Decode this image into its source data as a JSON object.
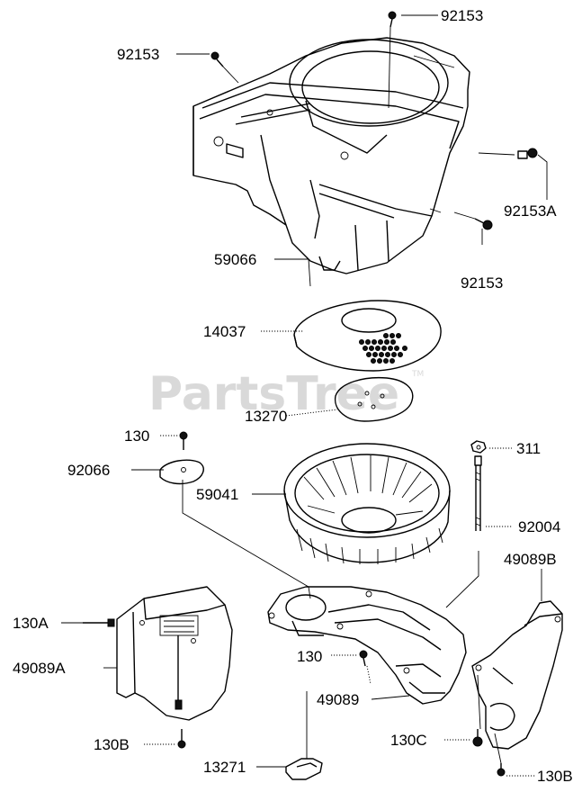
{
  "watermark": {
    "text": "PartsTree",
    "tm": "TM"
  },
  "labels": {
    "l92153_top": "92153",
    "l92153_left": "92153",
    "l92153A": "92153A",
    "l92153_right": "92153",
    "l59066": "59066",
    "l14037": "14037",
    "l13270": "13270",
    "l130_top": "130",
    "l311": "311",
    "l92066": "92066",
    "l59041": "59041",
    "l92004": "92004",
    "l49089B": "49089B",
    "l130A": "130A",
    "l49089A": "49089A",
    "l130_mid": "130",
    "l49089": "49089",
    "l130B_left": "130B",
    "l130C": "130C",
    "l13271": "13271",
    "l130B_right": "130B"
  }
}
